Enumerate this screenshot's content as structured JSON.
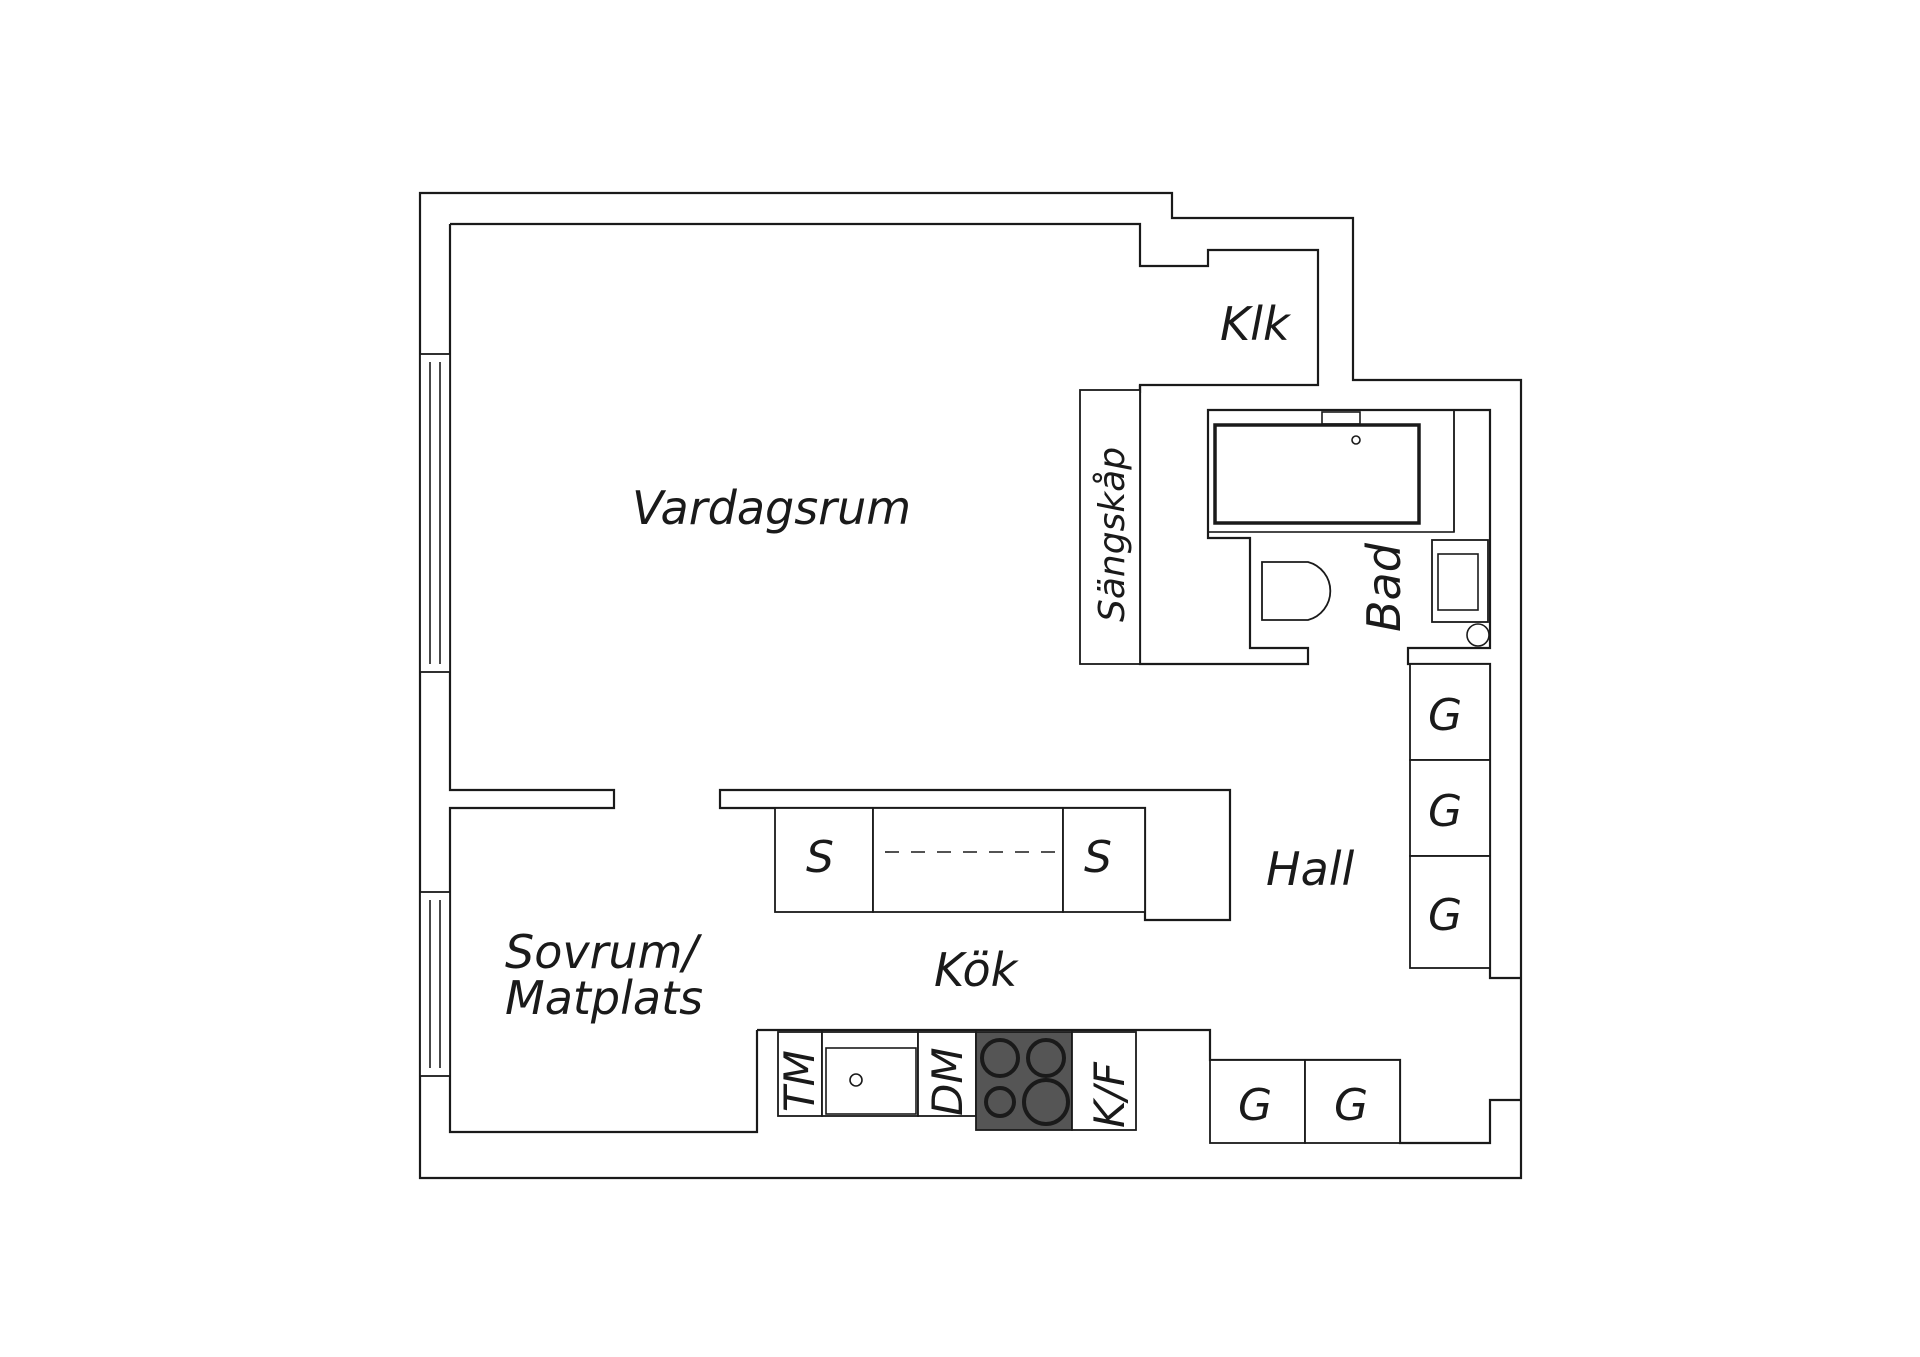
{
  "rooms": {
    "vardagsrum": "Vardagsrum",
    "klk": "Klk",
    "bad": "Bad",
    "sangskap": "Sängskåp",
    "hall": "Hall",
    "kok": "Kök",
    "sovrum_line1": "Sovrum/",
    "sovrum_line2": "Matplats"
  },
  "cabinets": {
    "storage": "S",
    "wardrobe": "G"
  },
  "appliances": {
    "tm": "TM",
    "dm": "DM",
    "kf": "K/F"
  },
  "colors": {
    "wall": "#1a1a1a",
    "stove": "#555555",
    "background": "#ffffff"
  }
}
